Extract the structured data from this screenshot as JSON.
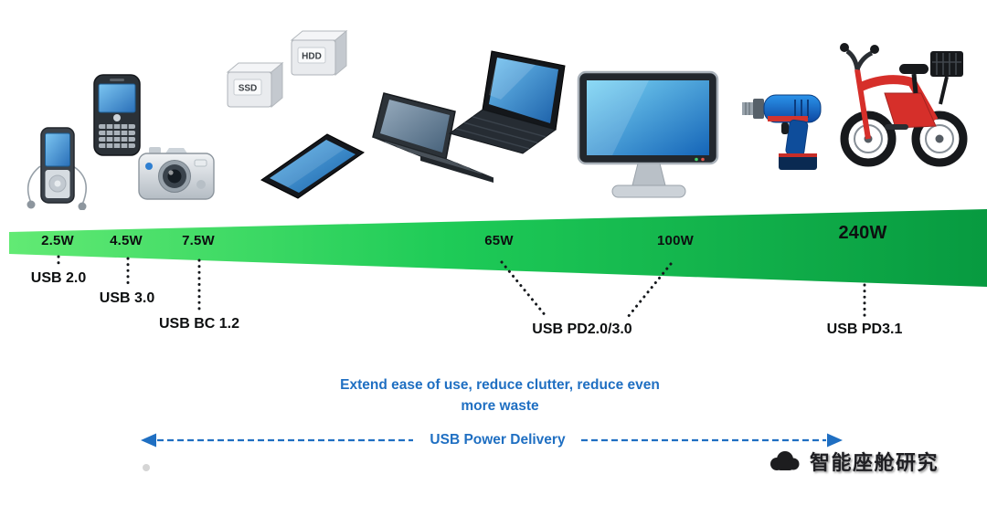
{
  "colors": {
    "band_left": "#62ea74",
    "band_mid": "#1ecb57",
    "band_right": "#079a40",
    "blue": "#1f6fc2"
  },
  "power_specs": [
    {
      "watts": "2.5W",
      "spec": "USB 2.0"
    },
    {
      "watts": "4.5W",
      "spec": "USB 3.0"
    },
    {
      "watts": "7.5W",
      "spec": "USB BC 1.2"
    },
    {
      "watts": "65W",
      "spec": "USB PD2.0/3.0"
    },
    {
      "watts": "100W",
      "spec": "USB PD2.0/3.0"
    },
    {
      "watts": "240W",
      "spec": "USB PD3.1"
    }
  ],
  "drive_labels": {
    "ssd": "SSD",
    "hdd": "HDD"
  },
  "message": {
    "line1": "Extend ease of use, reduce clutter, reduce even",
    "line2": "more waste"
  },
  "arrow": {
    "label": "USB Power Delivery"
  },
  "watermark": {
    "text": "智能座舱研究"
  },
  "devices": [
    "mp3-player",
    "feature-phone",
    "digital-camera",
    "ssd-drive",
    "hdd-drive",
    "tablet",
    "netbook-laptop",
    "laptop",
    "desktop-monitor",
    "power-drill",
    "electric-bike"
  ]
}
